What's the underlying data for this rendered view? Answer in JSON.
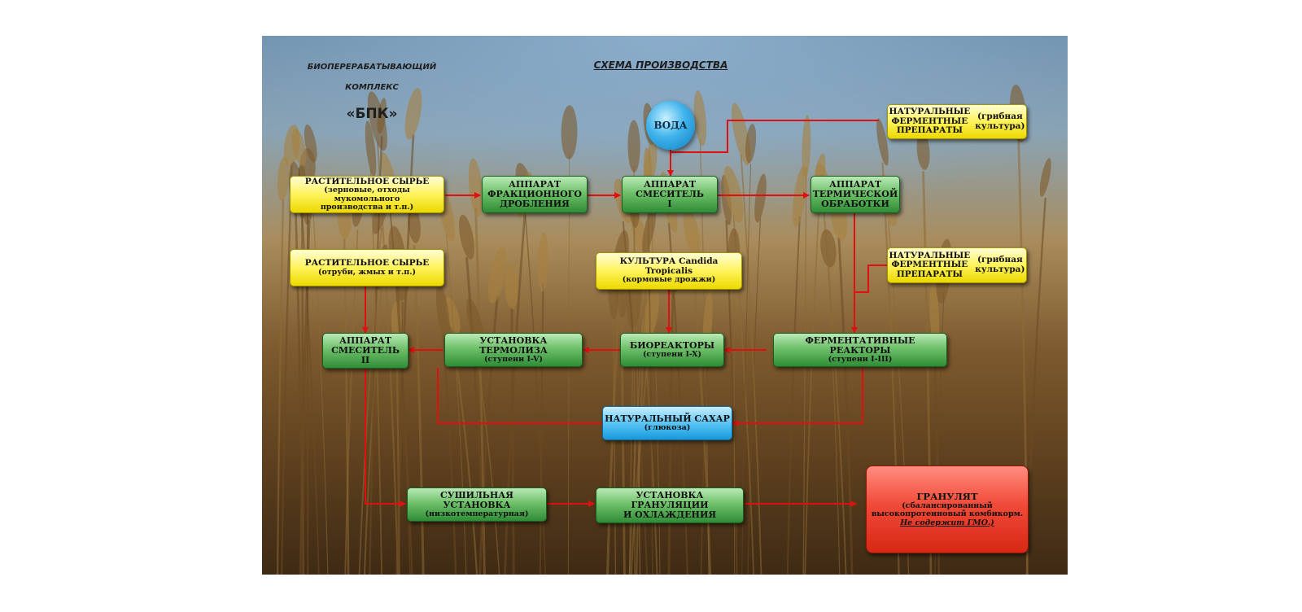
{
  "header": {
    "company_line1": "БИОПЕРЕРАБАТЫВАЮЩИЙ",
    "company_line2": "КОМПЛЕКС",
    "company_abbr": "«БПК»",
    "scheme_title": "СХЕМА ПРОИЗВОДСТВА"
  },
  "nodes": {
    "water": "ВОДА",
    "ferm_top": {
      "line1": "НАТУРАЛЬНЫЕ",
      "line2": "ФЕРМЕНТНЫЕ",
      "line3": "ПРЕПАРАТЫ",
      "note1": "(грибная",
      "note2": "культура)"
    },
    "raw1": {
      "title": "РАСТИТЕЛЬНОЕ СЫРЬЕ",
      "sub1": "(зерновые, отходы мукомольного",
      "sub2": "производства и т.п.)"
    },
    "fraction": {
      "line1": "АППАРАТ",
      "line2": "ФРАКЦИОННОГО",
      "line3": "ДРОБЛЕНИЯ"
    },
    "mixer1": {
      "line1": "АППАРАТ",
      "line2": "СМЕСИТЕЛЬ",
      "line3": "I"
    },
    "thermal": {
      "line1": "АППАРАТ",
      "line2": "ТЕРМИЧЕСКОЙ",
      "line3": "ОБРАБОТКИ"
    },
    "raw2": {
      "title": "РАСТИТЕЛЬНОЕ СЫРЬЕ",
      "sub": "(отруби, жмых и т.п.)"
    },
    "culture": {
      "title": "КУЛЬТУРА Candida Tropicalis",
      "sub": "(кормовые дрожжи)"
    },
    "ferm_mid": {
      "line1": "НАТУРАЛЬНЫЕ",
      "line2": "ФЕРМЕНТНЫЕ",
      "line3": "ПРЕПАРАТЫ",
      "note1": "(грибная",
      "note2": "культура)"
    },
    "mixer2": {
      "line1": "АППАРАТ",
      "line2": "СМЕСИТЕЛЬ",
      "line3": "II"
    },
    "thermolysis": {
      "title": "УСТАНОВКА ТЕРМОЛИЗА",
      "sub": "(ступени I-V)"
    },
    "bioreactors": {
      "title": "БИОРЕАКТОРЫ",
      "sub": "(ступени I-X)"
    },
    "ferm_reactors": {
      "title": "ФЕРМЕНТАТИВНЫЕ РЕАКТОРЫ",
      "sub": "(ступени I-III)"
    },
    "sugar": {
      "title": "НАТУРАЛЬНЫЙ САХАР",
      "sub": "(глюкоза)"
    },
    "dryer": {
      "title": "СУШИЛЬНАЯ УСТАНОВКА",
      "sub": "(низкотемпературная)"
    },
    "granulation": {
      "line1": "УСТАНОВКА ГРАНУЛЯЦИИ",
      "line2": "И ОХЛАЖДЕНИЯ"
    },
    "granulate": {
      "title": "ГРАНУЛЯТ",
      "sub1": "(сбалансированный",
      "sub2": "высокопротеиновый комбикорм.",
      "sub3": "Не содержит ГМО.)"
    }
  },
  "colors": {
    "arrow": "#e01010",
    "green": "#3c9b43",
    "yellow": "#fff35c",
    "blue": "#35b2ee",
    "red": "#e8402e"
  }
}
